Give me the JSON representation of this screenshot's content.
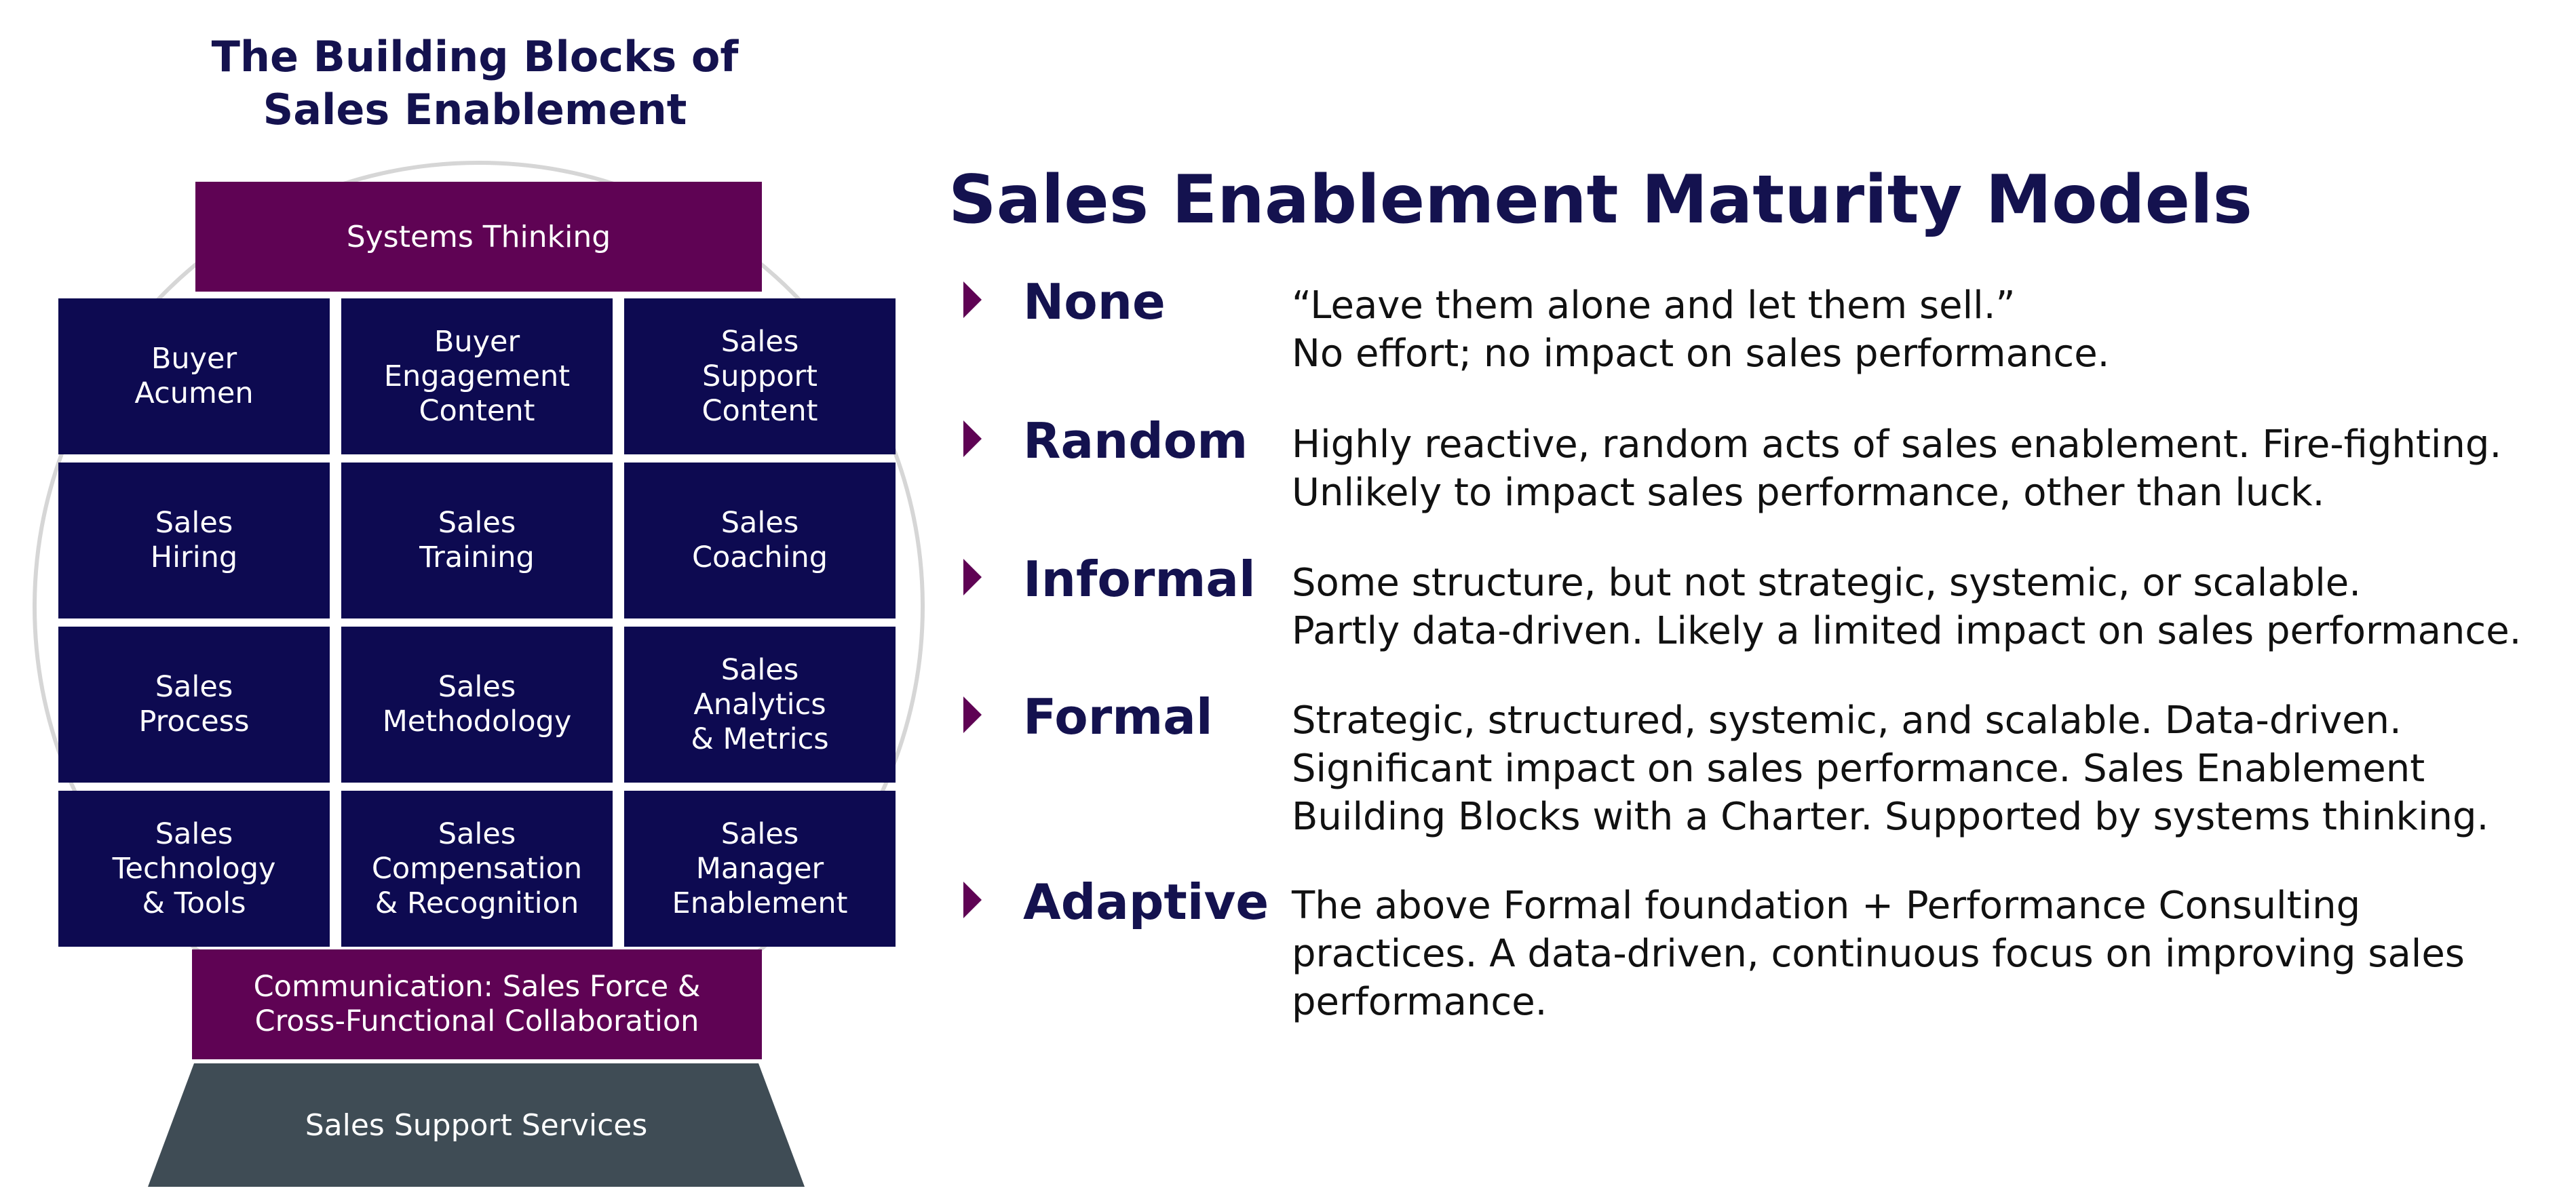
{
  "diagram": {
    "title_lines": [
      "The Building Blocks of",
      "Sales Enablement"
    ],
    "top_bar": {
      "lines": [
        "Systems Thinking"
      ]
    },
    "grid": [
      {
        "lines": [
          "Buyer",
          "Acumen"
        ]
      },
      {
        "lines": [
          "Buyer",
          "Engagement",
          "Content"
        ]
      },
      {
        "lines": [
          "Sales",
          "Support",
          "Content"
        ]
      },
      {
        "lines": [
          "Sales",
          "Hiring"
        ]
      },
      {
        "lines": [
          "Sales",
          "Training"
        ]
      },
      {
        "lines": [
          "Sales",
          "Coaching"
        ]
      },
      {
        "lines": [
          "Sales",
          "Process"
        ]
      },
      {
        "lines": [
          "Sales",
          "Methodology"
        ]
      },
      {
        "lines": [
          "Sales",
          "Analytics",
          "& Metrics"
        ]
      },
      {
        "lines": [
          "Sales",
          "Technology",
          "& Tools"
        ]
      },
      {
        "lines": [
          "Sales",
          "Compensation",
          "& Recognition"
        ]
      },
      {
        "lines": [
          "Sales",
          "Manager",
          "Enablement"
        ]
      }
    ],
    "bottom_bar": {
      "lines": [
        "Communication: Sales Force &",
        "Cross-Functional Collaboration"
      ]
    },
    "base": {
      "label": "Sales Support Services"
    },
    "colors": {
      "title": "#14124f",
      "bar": "#5f0354",
      "cell": "#0d0a51",
      "base": "#3f4c55",
      "circle": "#d6d6d6"
    }
  },
  "maturity": {
    "heading": "Sales Enablement Maturity Models",
    "marker_icon": "triangle-right-icon",
    "levels": [
      {
        "name": "None",
        "description_lines": [
          "“Leave them alone and let them sell.”",
          "No effort; no impact on sales performance."
        ]
      },
      {
        "name": "Random",
        "description_lines": [
          "Highly reactive, random acts of sales enablement. Fire-fighting.",
          "Unlikely to impact sales performance, other than luck."
        ]
      },
      {
        "name": "Informal",
        "description_lines": [
          "Some structure, but not strategic, systemic, or scalable.",
          "Partly data-driven. Likely a limited impact on sales performance."
        ]
      },
      {
        "name": "Formal",
        "description_lines": [
          "Strategic, structured, systemic, and scalable. Data-driven.",
          "Significant impact on sales performance. Sales Enablement",
          "Building Blocks with a Charter. Supported by systems thinking."
        ]
      },
      {
        "name": "Adaptive",
        "description_lines": [
          "The above Formal foundation + Performance Consulting",
          "practices. A data-driven, continuous focus on improving sales",
          "performance."
        ]
      }
    ]
  }
}
